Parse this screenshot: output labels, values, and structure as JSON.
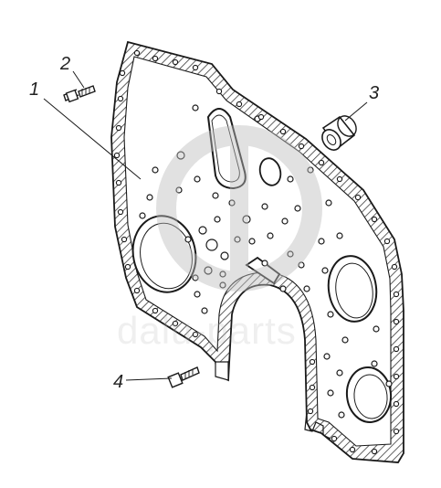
{
  "diagram": {
    "callouts": [
      {
        "id": "1",
        "label": "1",
        "part": "plate"
      },
      {
        "id": "2",
        "label": "2",
        "part": "bolt-upper"
      },
      {
        "id": "3",
        "label": "3",
        "part": "bushing"
      },
      {
        "id": "4",
        "label": "4",
        "part": "bolt-lower"
      }
    ],
    "watermark": {
      "text": "dalu-parts",
      "color": "#bdbdbd"
    },
    "colors": {
      "line": "#1a1a1a",
      "hatch": "#3a3a3a",
      "paper": "#ffffff",
      "watermark": "#bdbdbd"
    }
  }
}
